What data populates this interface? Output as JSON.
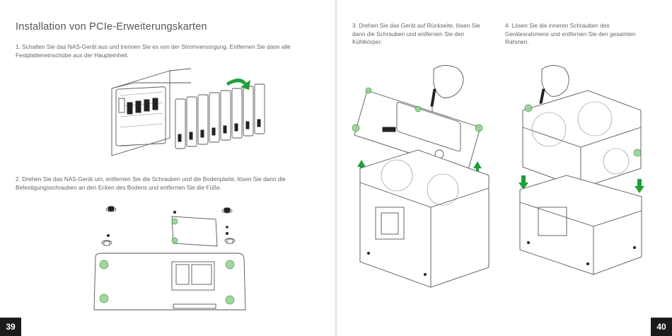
{
  "left_page": {
    "title": "Installation von PCIe-Erweiterungskarten",
    "step1": "1. Schalten Sie das NAS-Gerät aus und trennen Sie es von der Stromversorgung. Entfernen Sie dann alle Festplatteneinschübe aus der Haupteinheit.",
    "step2": "2. Drehen Sie das NAS-Gerät um, entfernen Sie die Schrauben und die Bodenplatte, lösen Sie dann die Befestigungsschrauben an den Ecken des Bodens und entfernen Sie die Füße.",
    "page_number": "39"
  },
  "right_page": {
    "step3": "3. Drehen Sie das Gerät auf Rückseite, lösen Sie dann die Schrauben und entfernen Sie den Kühlkörper.",
    "step4": "4. Lösen Sie die inneren Schrauben des Gerätesrahmens und entfernen Sie den gesamten Rahmen.",
    "page_number": "40"
  },
  "colors": {
    "accent_green": "#1f9e3a",
    "highlight_green": "#8fd18f",
    "page_number_bg": "#1b1b1b"
  }
}
